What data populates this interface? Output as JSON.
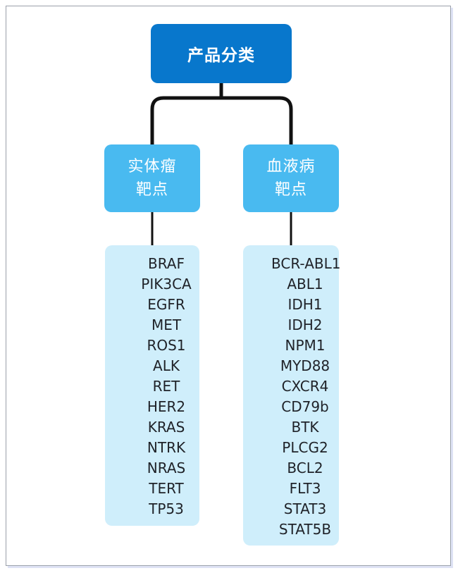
{
  "root": {
    "label": "产品分类"
  },
  "categories": [
    {
      "title_line1": "实体瘤",
      "title_line2": "靶点",
      "items": [
        "BRAF",
        "PIK3CA",
        "EGFR",
        "MET",
        "ROS1",
        "ALK",
        "RET",
        "HER2",
        "KRAS",
        "NTRK",
        "NRAS",
        "TERT",
        "TP53"
      ]
    },
    {
      "title_line1": "血液病",
      "title_line2": "靶点",
      "items": [
        "BCR-ABL1",
        "ABL1",
        "IDH1",
        "IDH2",
        "NPM1",
        "MYD88",
        "CXCR4",
        "CD79b",
        "BTK",
        "PLCG2",
        "BCL2",
        "FLT3",
        "STAT3",
        "STAT5B"
      ]
    }
  ],
  "colors": {
    "root_fill": "#0877cc",
    "category_fill": "#49baf0",
    "list_fill": "#cfeefb",
    "connector": "#111111"
  }
}
